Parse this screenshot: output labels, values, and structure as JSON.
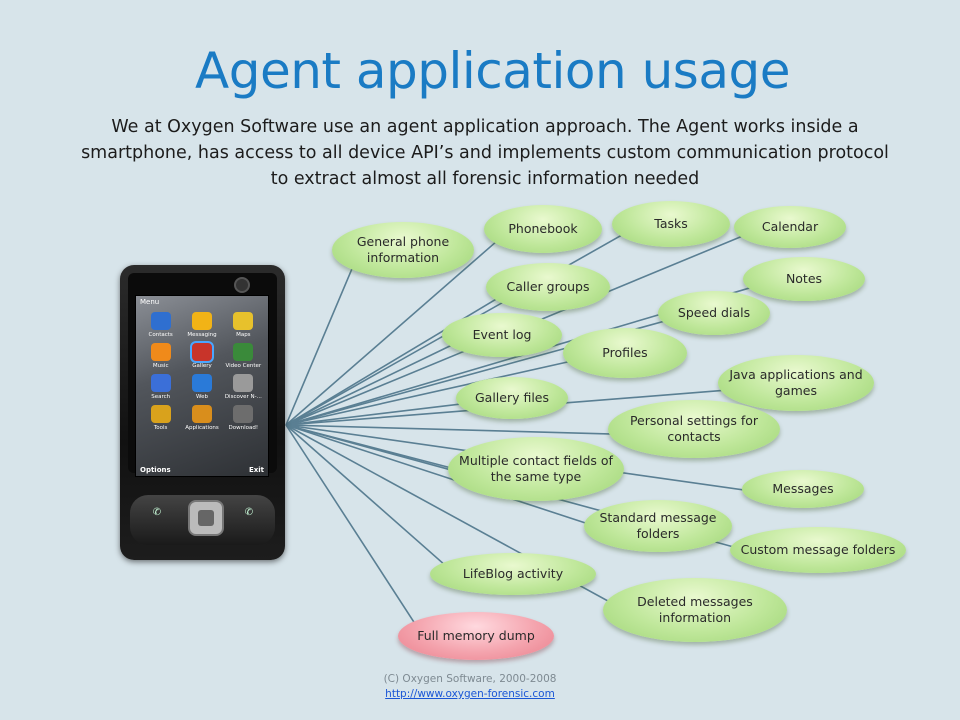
{
  "title": "Agent application usage",
  "intro": "We at Oxygen Software use an agent application approach. The Agent works inside a smartphone, has access to all device API’s and implements custom communication protocol to extract almost all forensic information needed",
  "phone": {
    "menu_label": "Menu",
    "options_label": "Options",
    "exit_label": "Exit",
    "apps": [
      "Contacts",
      "Messaging",
      "Maps",
      "Music",
      "Gallery",
      "Video Center",
      "Search",
      "Web",
      "Discover N-...",
      "Tools",
      "Applications",
      "Download!"
    ]
  },
  "nodes": [
    {
      "id": "general",
      "label": "General phone information"
    },
    {
      "id": "phonebook",
      "label": "Phonebook"
    },
    {
      "id": "tasks",
      "label": "Tasks"
    },
    {
      "id": "calendar",
      "label": "Calendar"
    },
    {
      "id": "caller",
      "label": "Caller groups"
    },
    {
      "id": "notes",
      "label": "Notes"
    },
    {
      "id": "speed",
      "label": "Speed dials"
    },
    {
      "id": "eventlog",
      "label": "Event log"
    },
    {
      "id": "profiles",
      "label": "Profiles"
    },
    {
      "id": "java",
      "label": "Java applications and games"
    },
    {
      "id": "gallery",
      "label": "Gallery files"
    },
    {
      "id": "personal",
      "label": "Personal settings for contacts"
    },
    {
      "id": "multiple",
      "label": "Multiple contact fields of the same type"
    },
    {
      "id": "messages",
      "label": "Messages"
    },
    {
      "id": "standard",
      "label": "Standard message folders"
    },
    {
      "id": "custom",
      "label": "Custom message folders"
    },
    {
      "id": "lifeblog",
      "label": "LifeBlog activity"
    },
    {
      "id": "deleted",
      "label": "Deleted messages information"
    },
    {
      "id": "fullmem",
      "label": "Full memory dump"
    }
  ],
  "colors": {
    "title": "#1a7bc4",
    "bubble": "#bfe79a",
    "bubble_alert": "#f4a3ad",
    "line": "#5a7f93"
  },
  "footer": {
    "copyright": "(C) Oxygen Software, 2000-2008",
    "url": "http://www.oxygen-forensic.com"
  }
}
